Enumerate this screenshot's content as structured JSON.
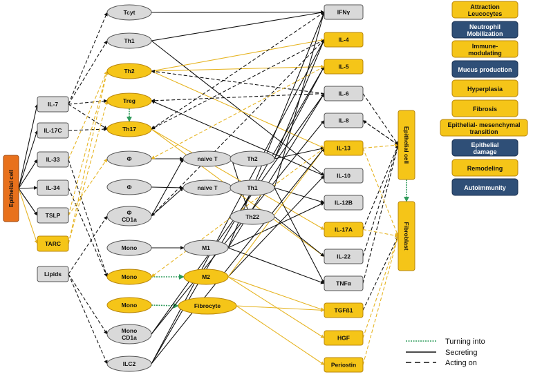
{
  "colors": {
    "yellow": "#f5c518",
    "yellow_edge": "#b8860b",
    "gray": "#d9d9d9",
    "gray_edge": "#555555",
    "orange": "#e8711c",
    "blue": "#2f4f77",
    "black_line": "#111111",
    "yellow_line": "#e6b422",
    "green_line": "#2e9b5b"
  },
  "nodes": {
    "epithelial_cell_left": "Epithelial cell",
    "il7": "IL-7",
    "il17c": "IL-17C",
    "il33": "IL-33",
    "il34": "IL-34",
    "tslp": "TSLP",
    "tarc": "TARC",
    "lipids": "Lipids",
    "tcyt": "Tcyt",
    "th1_e": "Th1",
    "th2_e": "Th2",
    "treg": "Treg",
    "th17": "Th17",
    "phi1": "Φ",
    "phi2": "Φ",
    "phi_cd1a_1": "Φ",
    "phi_cd1a_2": "CD1a",
    "mono_gray": "Mono",
    "mono_y1": "Mono",
    "mono_y2": "Mono",
    "mono_cd1a_1": "Mono",
    "mono_cd1a_2": "CD1a",
    "ilc2": "ILC2",
    "naive_t1": "naive T",
    "naive_t2": "naive T",
    "m1": "M1",
    "m2": "M2",
    "fibrocyte": "Fibrocyte",
    "th2_r": "Th2",
    "th1_r": "Th1",
    "th22": "Th22",
    "ifng": "IFNγ",
    "il4": "IL-4",
    "il5": "IL-5",
    "il6": "IL-6",
    "il8": "IL-8",
    "il13": "IL-13",
    "il10": "IL-10",
    "il12b": "IL-12B",
    "il17a": "IL-17A",
    "il22": "IL-22",
    "tnfa": "TNFα",
    "tgfb1": "TGFß1",
    "hgf": "HGF",
    "periostin": "Periostin",
    "epithelial_cell_right": "Epithelial cell",
    "fibroblast": "Fibroblast"
  },
  "categories": [
    {
      "line1": "Attraction",
      "line2": "Leucocytes",
      "color": "yellow"
    },
    {
      "line1": "Neutrophil",
      "line2": "Mobilization",
      "color": "blue"
    },
    {
      "line1": "Immune-",
      "line2": "modulating",
      "color": "yellow"
    },
    {
      "line1": "Mucus production",
      "line2": "",
      "color": "blue"
    },
    {
      "line1": "Hyperplasia",
      "line2": "",
      "color": "yellow"
    },
    {
      "line1": "Fibrosis",
      "line2": "",
      "color": "yellow"
    },
    {
      "line1": "Epithelial- mesenchymal",
      "line2": "transition",
      "color": "yellow"
    },
    {
      "line1": "Epithelial",
      "line2": "damage",
      "color": "blue"
    },
    {
      "line1": "Remodeling",
      "line2": "",
      "color": "yellow"
    },
    {
      "line1": "Autoimmunity",
      "line2": "",
      "color": "blue"
    }
  ],
  "legend": {
    "turning": "Turning into",
    "secreting": "Secreting",
    "acting": "Acting on"
  }
}
